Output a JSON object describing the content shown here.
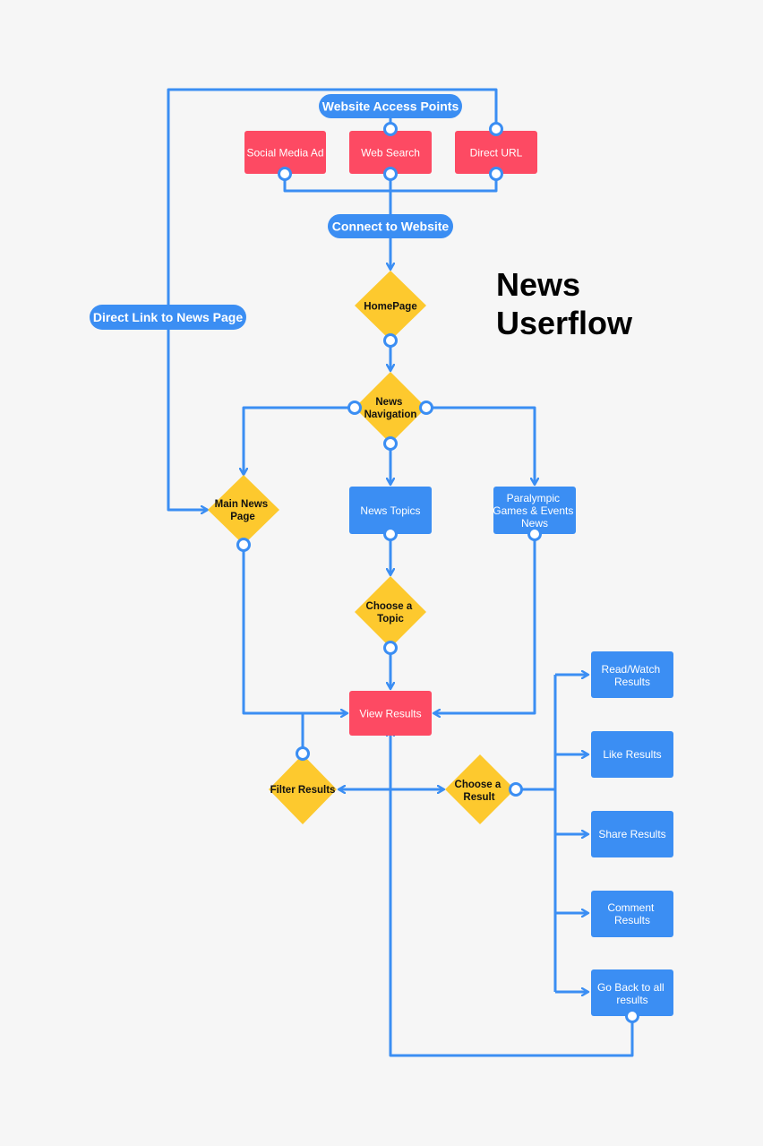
{
  "title": {
    "line1": "News",
    "line2": "Userflow"
  },
  "colors": {
    "blue": "#3b8ef3",
    "red": "#fd4a63",
    "yellow": "#fdc92e",
    "background": "#f6f6f6"
  },
  "nodes": {
    "access_points": "Website Access Points",
    "social_media_ad": "Social Media Ad",
    "web_search": "Web Search",
    "direct_url": "Direct URL",
    "connect": "Connect to Website",
    "direct_link": "Direct Link to News Page",
    "homepage": "HomePage",
    "news_navigation": [
      "News",
      "Navigation"
    ],
    "main_news_page": [
      "Main News",
      "Page"
    ],
    "news_topics": "News Topics",
    "paralympic": [
      "Paralympic",
      "Games & Events",
      "News"
    ],
    "choose_topic": [
      "Choose a",
      "Topic"
    ],
    "view_results": "View Results",
    "filter_results": "Filter Results",
    "choose_result": [
      "Choose a",
      "Result"
    ],
    "read_watch": [
      "Read/Watch",
      "Results"
    ],
    "like_results": "Like Results",
    "share_results": "Share Results",
    "comment_results": [
      "Comment",
      "Results"
    ],
    "go_back": [
      "Go Back to all",
      "results"
    ]
  }
}
